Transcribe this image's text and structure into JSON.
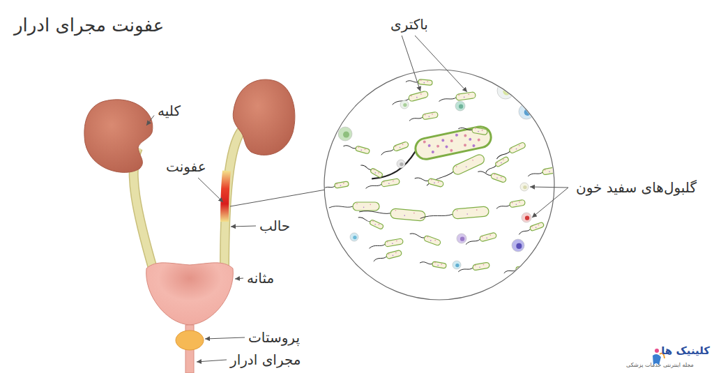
{
  "diagram": {
    "title": "عفونت مجرای ادرار",
    "labels": [
      "باکتری",
      "کلیه",
      "عفونت",
      "گلبول‌های سفید خون",
      "حالب",
      "مثانه",
      "پروستات",
      "مجرای ادرار",
      "کلینیک ها",
      "مجله اینترنتی خدمات پزشکی"
    ]
  }
}
